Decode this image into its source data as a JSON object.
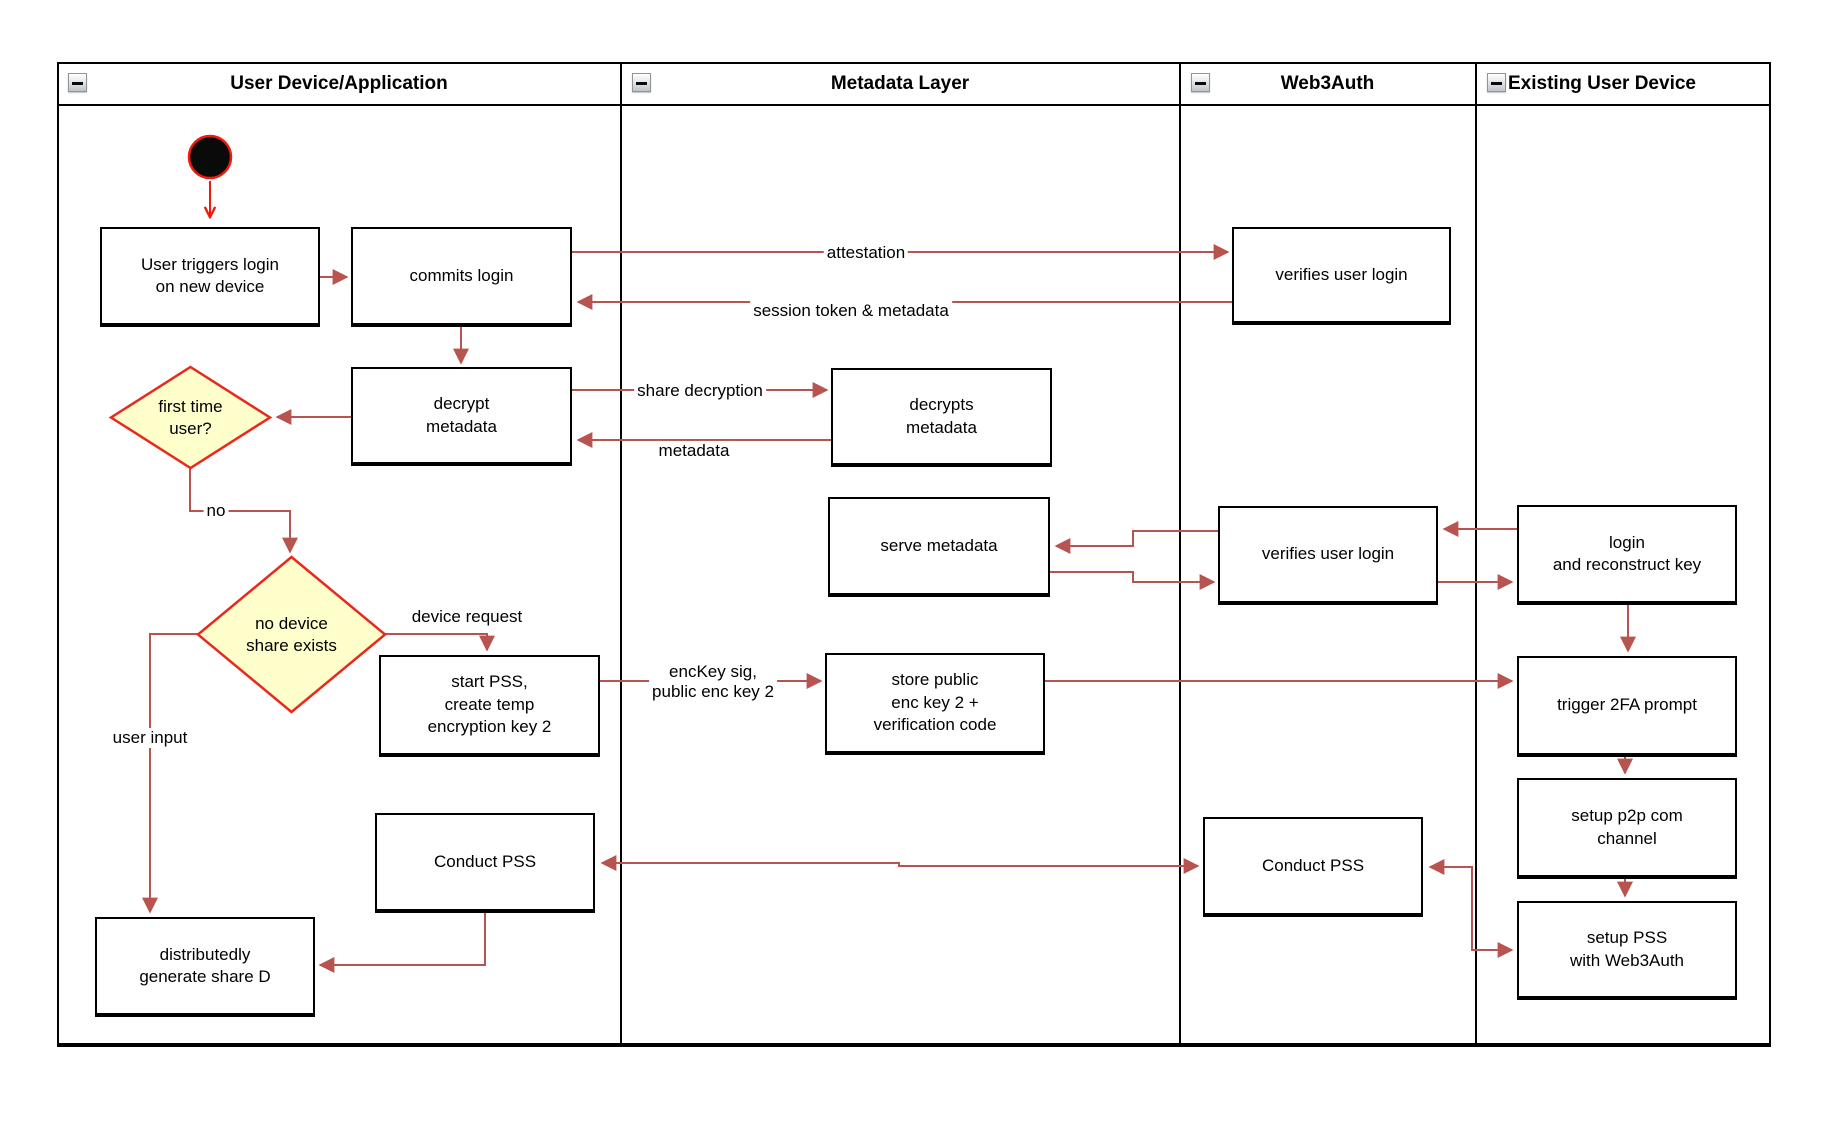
{
  "lanes": [
    {
      "title": "User Device/Application"
    },
    {
      "title": "Metadata Layer"
    },
    {
      "title": "Web3Auth"
    },
    {
      "title": "Existing User Device"
    }
  ],
  "nodes": {
    "user_triggers": {
      "label": "User triggers login\non new device"
    },
    "commits_login": {
      "label": "commits login"
    },
    "verifies_login_1": {
      "label": "verifies user login"
    },
    "decrypt_metadata": {
      "label": "decrypt\nmetadata"
    },
    "decrypts_metadata": {
      "label": "decrypts\nmetadata"
    },
    "first_time_user": {
      "label": "first time\nuser?"
    },
    "serve_metadata": {
      "label": "serve metadata"
    },
    "verifies_login_2": {
      "label": "verifies user login"
    },
    "login_reconstruct": {
      "label": "login\nand reconstruct key"
    },
    "no_device_share": {
      "label": "no device\nshare exists"
    },
    "start_pss": {
      "label": "start PSS,\ncreate temp\nencryption key 2"
    },
    "store_public": {
      "label": "store public\nenc key 2 +\nverification code"
    },
    "trigger_2fa": {
      "label": "trigger 2FA prompt"
    },
    "setup_p2p": {
      "label": "setup p2p com\nchannel"
    },
    "conduct_pss_device": {
      "label": "Conduct PSS"
    },
    "conduct_pss_web3auth": {
      "label": "Conduct PSS"
    },
    "setup_pss": {
      "label": "setup PSS\nwith Web3Auth"
    },
    "distributedly": {
      "label": "distributedly\ngenerate share D"
    }
  },
  "edge_labels": {
    "attestation": "attestation",
    "session_token": "session token & metadata",
    "share_decryption": "share decryption",
    "metadata": "metadata",
    "no": "no",
    "device_request": "device request",
    "enckey": "encKey sig,\npublic enc key 2",
    "user_input": "user input"
  },
  "colors": {
    "arrow": "#B85450",
    "start": "#EE1B0C",
    "decision_fill": "#FFFFCC",
    "decision_border": "#E8291E"
  }
}
